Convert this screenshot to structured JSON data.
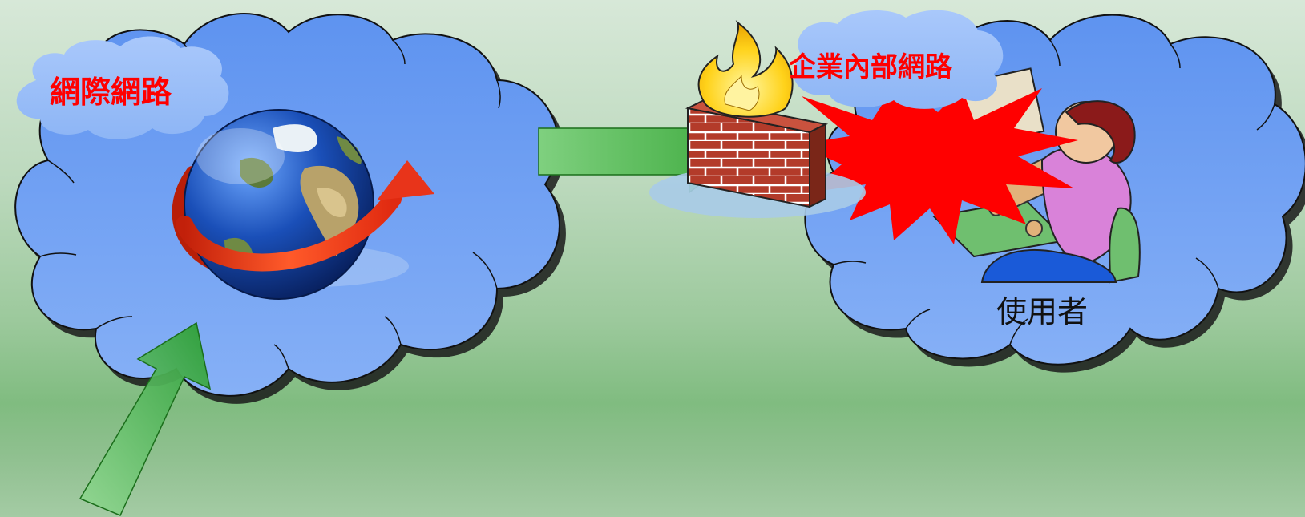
{
  "diagram": {
    "internet_label": "網際網路",
    "intranet_label": "企業內部網路",
    "user_label": "使用者"
  },
  "icons": {
    "globe": "globe-icon",
    "firewall": "firewall-icon",
    "flame": "flame-icon",
    "user": "user-at-computer-icon",
    "explosion": "explosion-icon"
  },
  "colors": {
    "cloud": "#6b9cf2",
    "small_cloud": "#9ec0f8",
    "label_red": "#ff0000",
    "arrow_green": "#66c266",
    "explosion": "#ff0000",
    "brick": "#b43a2a"
  }
}
